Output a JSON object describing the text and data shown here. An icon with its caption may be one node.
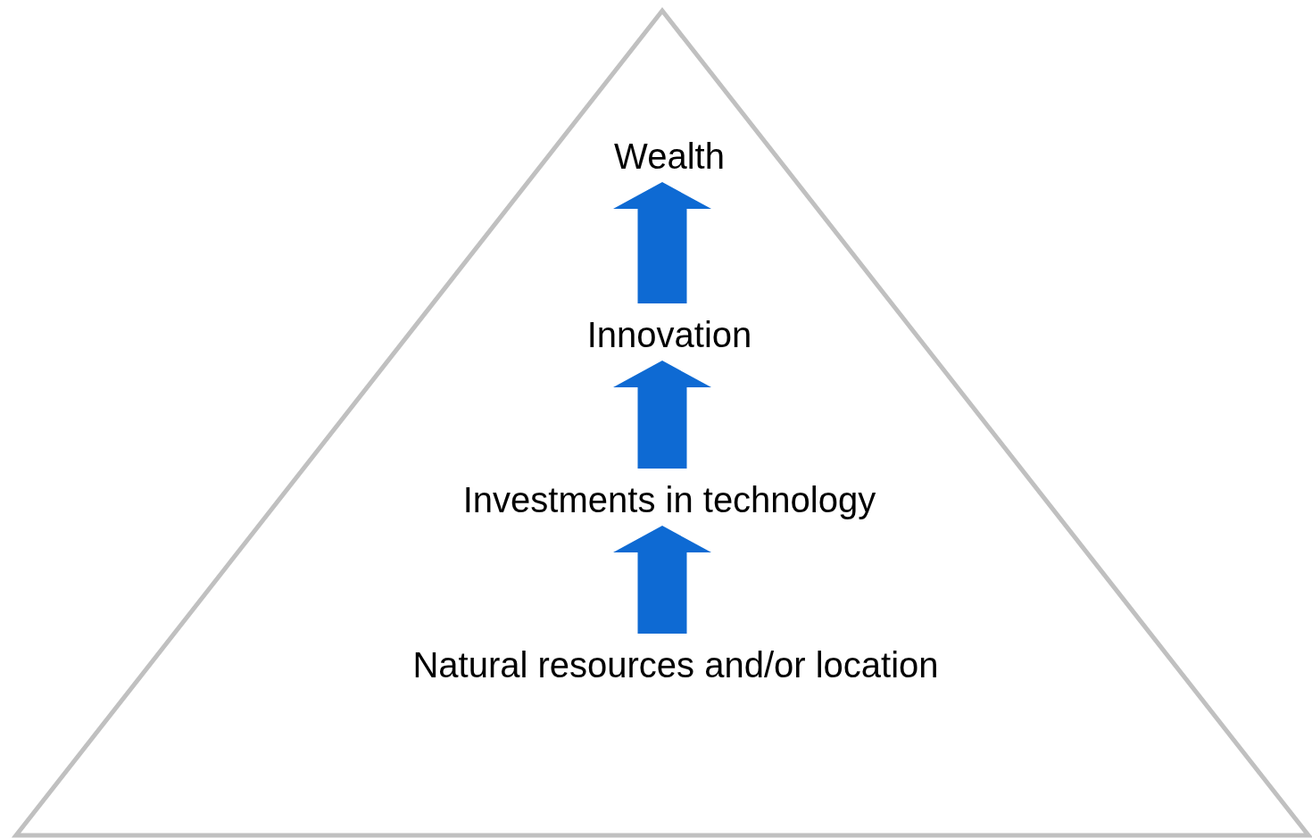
{
  "diagram": {
    "nodes": [
      {
        "text": [],
        "shape": "triangle"
      },
      {
        "text": [
          "Wealth"
        ],
        "in": 0
      },
      {
        "text": [
          "Innovation"
        ],
        "in": 0
      },
      {
        "text": [
          "Investments in technology"
        ],
        "in": 0
      },
      {
        "text": [
          "Natural resources and/or location"
        ],
        "in": 0
      }
    ],
    "edges": [
      {
        "from": 4,
        "to": 3,
        "arrow": "to"
      },
      {
        "from": 3,
        "to": 2,
        "arrow": "to"
      },
      {
        "from": 2,
        "to": 1,
        "arrow": "to"
      }
    ]
  }
}
